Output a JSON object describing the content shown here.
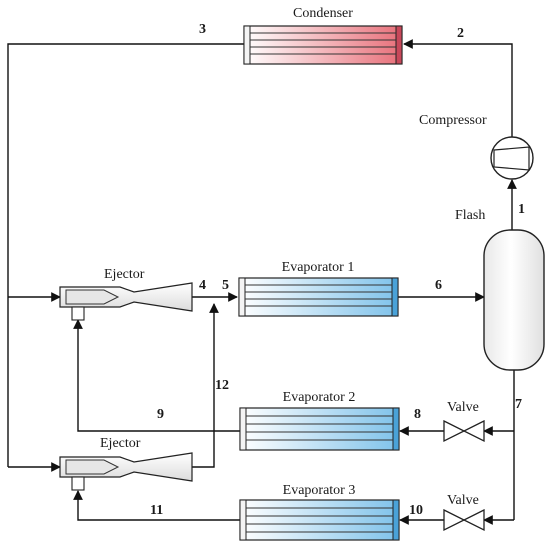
{
  "components": {
    "condenser": "Condenser",
    "compressor": "Compressor",
    "flash": "Flash",
    "evaporator_1": "Evaporator 1",
    "evaporator_2": "Evaporator 2",
    "evaporator_3": "Evaporator 3",
    "ejector_1": "Ejector",
    "ejector_2": "Ejector",
    "valve_1": "Valve",
    "valve_2": "Valve"
  },
  "state_points": {
    "p1": "1",
    "p2": "2",
    "p3": "3",
    "p4": "4",
    "p5": "5",
    "p6": "6",
    "p7": "7",
    "p8": "8",
    "p9": "9",
    "p10": "10",
    "p11": "11",
    "p12": "12"
  },
  "colors": {
    "condenser_cold": "#ffffff",
    "condenser_hot": "#e8707a",
    "evaporator_cold": "#ffffff",
    "evaporator_hot": "#7fc2ea",
    "line": "#111111"
  }
}
